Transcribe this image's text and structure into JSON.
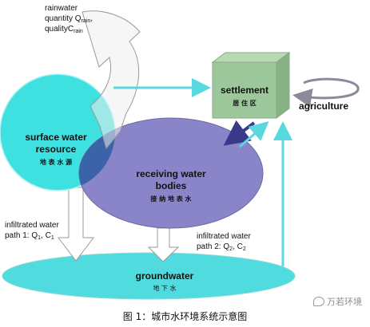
{
  "diagram": {
    "rainwater": {
      "line1": "rainwater",
      "line2_prefix": "quantity Q",
      "line2_sub": "rain",
      "line2_suffix": ",",
      "line3_prefix": "qualityC",
      "line3_sub": "rain"
    },
    "surface_water": {
      "line1": "surface water",
      "line2": "resource",
      "cn": "地 表 水 源"
    },
    "receiving": {
      "line1": "receiving water",
      "line2": "bodies",
      "cn": "接 纳 地 表 水"
    },
    "settlement": {
      "label": "settlement",
      "cn": "居 住 区"
    },
    "agriculture": "agriculture",
    "groundwater": {
      "label": "groundwater",
      "cn": "地 下 水"
    },
    "path1": {
      "line1": "infiltrated water",
      "line2_prefix": "path 1: Q",
      "line2_sub1": "1",
      "line2_mid": ", C",
      "line2_sub2": "1"
    },
    "path2": {
      "line1": "infiltrated water",
      "line2_prefix": "path 2: Q",
      "line2_sub1": "2",
      "line2_mid": ", C",
      "line2_sub2": "2"
    },
    "colors": {
      "cyan": "#3fe0e0",
      "cyan_light": "#7ef0ee",
      "purple": "#8a85c8",
      "purple_overlap": "#3a63a8",
      "settlement_green": "#9cc79a",
      "arrow_cyan": "#5ad8e0",
      "arrow_navy": "#3a3a8c"
    }
  },
  "caption": "图 1：城市水环境系统示意图",
  "watermark": "万若环境"
}
